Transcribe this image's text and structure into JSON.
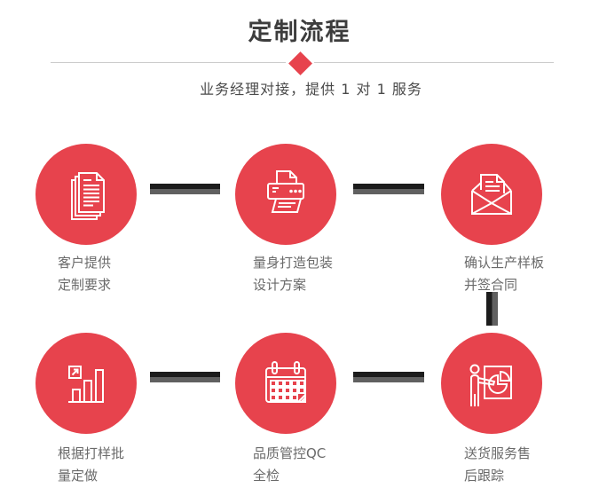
{
  "header": {
    "title": "定制流程",
    "subtitle": "业务经理对接，提供 1 对 1 服务"
  },
  "colors": {
    "accent_red": "#e7434d",
    "connector_dark": "#1c1c1c",
    "connector_gray": "#606060",
    "divider_gray": "#cccccc",
    "title_text": "#3d3d3d",
    "subtitle_text": "#4a4a4a",
    "label_text": "#6a6a6a",
    "icon_stroke": "#ffffff"
  },
  "steps": [
    {
      "id": 1,
      "icon": "stacked-documents-icon",
      "label_line1": "客户提供",
      "label_line2": "定制要求"
    },
    {
      "id": 2,
      "icon": "printer-icon",
      "label_line1": "量身打造包装",
      "label_line2": "设计方案"
    },
    {
      "id": 3,
      "icon": "open-envelope-letter-icon",
      "label_line1": "确认生产样板",
      "label_line2": "并签合同"
    },
    {
      "id": 4,
      "icon": "growth-bar-chart-icon",
      "label_line1": "根据打样批",
      "label_line2": "量定做"
    },
    {
      "id": 5,
      "icon": "calendar-icon",
      "label_line1": "品质管控QC",
      "label_line2": "全检"
    },
    {
      "id": 6,
      "icon": "presentation-board-icon",
      "label_line1": "送货服务售",
      "label_line2": "后跟踪"
    }
  ]
}
